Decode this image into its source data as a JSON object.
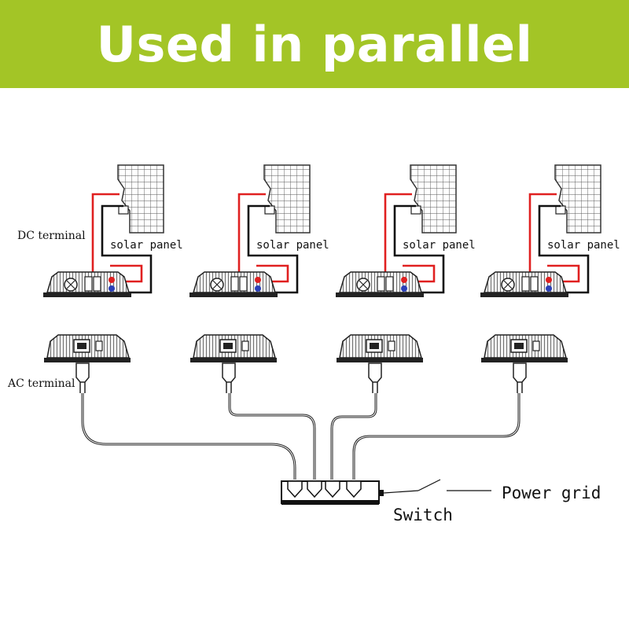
{
  "banner": {
    "title": "Used in parallel"
  },
  "labels": {
    "dc_terminal": "DC terminal",
    "ac_terminal": "AC terminal",
    "solar_panel": "solar panel",
    "switch": "Switch",
    "power_grid": "Power grid"
  },
  "colors": {
    "banner": "#a3c526",
    "positive_wire": "#e02020",
    "negative_wire": "#111111",
    "ac_cable": "#222222"
  },
  "units": [
    {
      "panel": "solar panel"
    },
    {
      "panel": "solar panel"
    },
    {
      "panel": "solar panel"
    },
    {
      "panel": "solar panel"
    }
  ]
}
